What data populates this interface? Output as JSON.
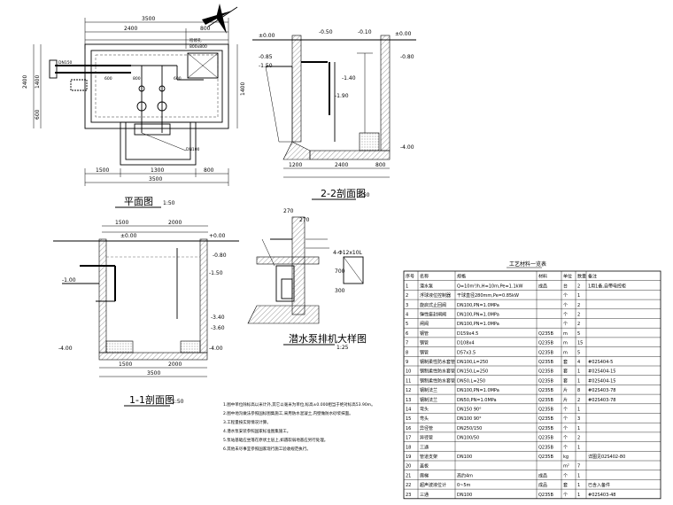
{
  "plan_view": {
    "title": "平面图",
    "scale": "1:50",
    "dims_top": [
      "3500",
      "2400",
      "800"
    ],
    "dims_bottom": [
      "1500",
      "1300",
      "800"
    ],
    "dims_bottom_total": "3500",
    "dims_left": [
      "2400",
      "1400",
      "600"
    ],
    "dims_right": [
      "1400"
    ],
    "inner_dims": [
      "600",
      "800",
      "600"
    ],
    "manhole_label": "检修孔",
    "manhole_size": "800x800",
    "notes": [
      "DN100",
      "DN150"
    ]
  },
  "section_22": {
    "title": "2-2剖面图",
    "scale": "1:50",
    "levels": [
      "±0.00",
      "-0.50",
      "-0.85",
      "-1.50",
      "-1.90",
      "-1.40",
      "-0.80",
      "-4.00",
      "±0.00",
      "-0.10"
    ],
    "dims_bottom": [
      "1200",
      "2400",
      "800"
    ]
  },
  "section_11": {
    "title": "1-1剖面图",
    "scale": "1:50",
    "levels": [
      "±0.00",
      "+0.00",
      "-0.80",
      "-1.00",
      "-1.50",
      "-3.40",
      "-3.60",
      "-4.00",
      "-4.00"
    ],
    "dims_top": [
      "1500",
      "2000"
    ],
    "dims_bottom": [
      "1500",
      "2000"
    ],
    "dims_bottom_total": "3500"
  },
  "pump_detail": {
    "title": "潜水泵排机大样图",
    "scale": "1:25",
    "dims": [
      "270",
      "270",
      "700",
      "300"
    ],
    "rebar": "4-Φ12x10L"
  },
  "notes": [
    "1.图中单位除标高以米计外,其它以毫米为单位,标高±0.000相当于绝对标高53.90m。",
    "2.图中地沟做法参照国标图集施工,采用防水混凝土,内壁做防水砂浆抹面。",
    "3.工程量按实际情况计算。",
    "4.潜水泵安装参照国家标准图集施工。",
    "5.泵站基础应坐落在原状土层上,如遇软弱地基应另行处理。",
    "6.其他未尽事宜参照国家现行施工验收规范执行。"
  ],
  "table": {
    "title": "工艺材料一览表",
    "headers": [
      "序号",
      "名称",
      "规格",
      "材料",
      "单位",
      "数量",
      "备注"
    ],
    "rows": [
      [
        "1",
        "潜水泵",
        "Q=10m³/h,H=10m,Pe=1.1kW",
        "成品",
        "台",
        "2",
        "1用1备,自带电控柜"
      ],
      [
        "2",
        "浮球液位控制器",
        "干球直径280mm,Pe=0.85kW",
        "",
        "个",
        "1",
        ""
      ],
      [
        "3",
        "旋启式止回阀",
        "DN100,PN=1.0MPa",
        "",
        "个",
        "2",
        ""
      ],
      [
        "4",
        "弹性座封闸阀",
        "DN100,PN=1.0MPa",
        "",
        "个",
        "2",
        ""
      ],
      [
        "5",
        "闸阀",
        "DN100,PN=1.0MPa",
        "",
        "个",
        "2",
        ""
      ],
      [
        "6",
        "钢管",
        "D159x4.5",
        "Q235B",
        "m",
        "5",
        ""
      ],
      [
        "7",
        "钢管",
        "D108x4",
        "Q235B",
        "m",
        "15",
        ""
      ],
      [
        "8",
        "钢管",
        "D57x3.5",
        "Q235B",
        "m",
        "5",
        ""
      ],
      [
        "9",
        "钢制柔性防水套管",
        "DN100,L=250",
        "Q235B",
        "套",
        "4",
        "#02S404-5"
      ],
      [
        "10",
        "钢制柔性防水套管",
        "DN150,L=250",
        "Q235B",
        "套",
        "1",
        "#02S404-15"
      ],
      [
        "11",
        "钢制柔性防水套管",
        "DN50,L=250",
        "Q235B",
        "套",
        "1",
        "#02S404-15"
      ],
      [
        "12",
        "钢制法兰",
        "DN100,PN=1.0MPa",
        "Q235B",
        "片",
        "8",
        "#02S403-78"
      ],
      [
        "13",
        "钢制法兰",
        "DN50,PN=1.0MPa",
        "Q235B",
        "片",
        "2",
        "#02S403-78"
      ],
      [
        "14",
        "弯头",
        "DN150 90°",
        "Q235B",
        "个",
        "1",
        ""
      ],
      [
        "15",
        "弯头",
        "DN100 90°",
        "Q235B",
        "个",
        "3",
        ""
      ],
      [
        "16",
        "异径管",
        "DN250/150",
        "Q235B",
        "个",
        "1",
        ""
      ],
      [
        "17",
        "异径管",
        "DN100/50",
        "Q235B",
        "个",
        "2",
        ""
      ],
      [
        "18",
        "三通",
        "",
        "Q235B",
        "个",
        "1",
        ""
      ],
      [
        "19",
        "管道支架",
        "DN100",
        "Q235B",
        "kg",
        "",
        "详图见02S402-80"
      ],
      [
        "20",
        "盖板",
        "",
        "",
        "m²",
        "7",
        ""
      ],
      [
        "21",
        "爬梯",
        "高约4m",
        "成品",
        "个",
        "1",
        ""
      ],
      [
        "22",
        "超声波液位计",
        "0~5m",
        "成品",
        "套",
        "1",
        "已含入备件"
      ],
      [
        "23",
        "三通",
        "DN100",
        "Q235B",
        "个",
        "1",
        "#02S403-48"
      ]
    ]
  }
}
